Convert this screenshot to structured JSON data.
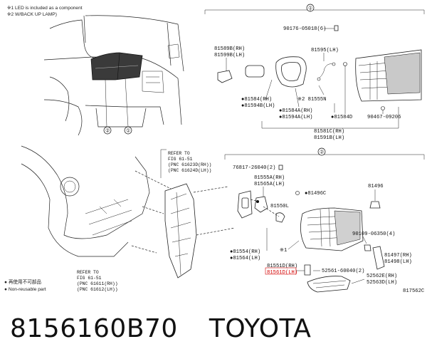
{
  "notes": {
    "note1": "※1 LED is included as a component",
    "note2": "※2 W/BACK UP LAMP)",
    "legend_dot_jp": "● 再使用不可部品",
    "legend_dot_en": "● Non-reusable part"
  },
  "groups": {
    "g1": "①",
    "g2": "②",
    "car_callout_1": "①",
    "car_callout_2": "②",
    "mark_x1": "※1"
  },
  "refs": {
    "ref1_a": "REFER TO",
    "ref1_b": "FIG 61-51",
    "ref1_c": "(PNC 61623D(RH))",
    "ref1_d": "(PNC 61624D(LH))",
    "ref2_a": "REFER TO",
    "ref2_b": "FIG 61-51",
    "ref2_c": "(PNC 61611(RH))",
    "ref2_d": "(PNC 61612(LH))"
  },
  "labels": {
    "p90176": "90176-05018(6)",
    "p81589b": "81589B(RH)",
    "p81599b": "81599B(LH)",
    "p81595": "81595(LH)",
    "p81555n": "※2 81555N",
    "p81584": "●81584(RH)",
    "p81594b": "●81594B(LH)",
    "p81584a": "●81584A(RH)",
    "p81594a": "●81594A(LH)",
    "p81584d": "●81584D",
    "p90467": "90467-09206",
    "p81581c": "81581C(RH)",
    "p81591b": "81591B(LH)",
    "p76817": "76817-26040(2)",
    "p81555a": "81555A(RH)",
    "p81565a": "81565A(LH)",
    "p81496c": "●81496C",
    "p81496": "81496",
    "p81550l": "81550L",
    "p90109": "90109-06350(4)",
    "p81554": "●81554(RH)",
    "p81564": "●81564(LH)",
    "p81551d": "81551D(RH)",
    "p81561d": "81561D(LH)",
    "p52561": "52561-60040(2)",
    "p81497": "81497(RH)",
    "p81498": "81498(LH)",
    "p52562e": "52562E(RH)",
    "p52563d": "52563D(LH)",
    "fig_code": "817562C"
  },
  "footer": {
    "part_number": "8156160B70",
    "brand": "TOYOTA"
  }
}
